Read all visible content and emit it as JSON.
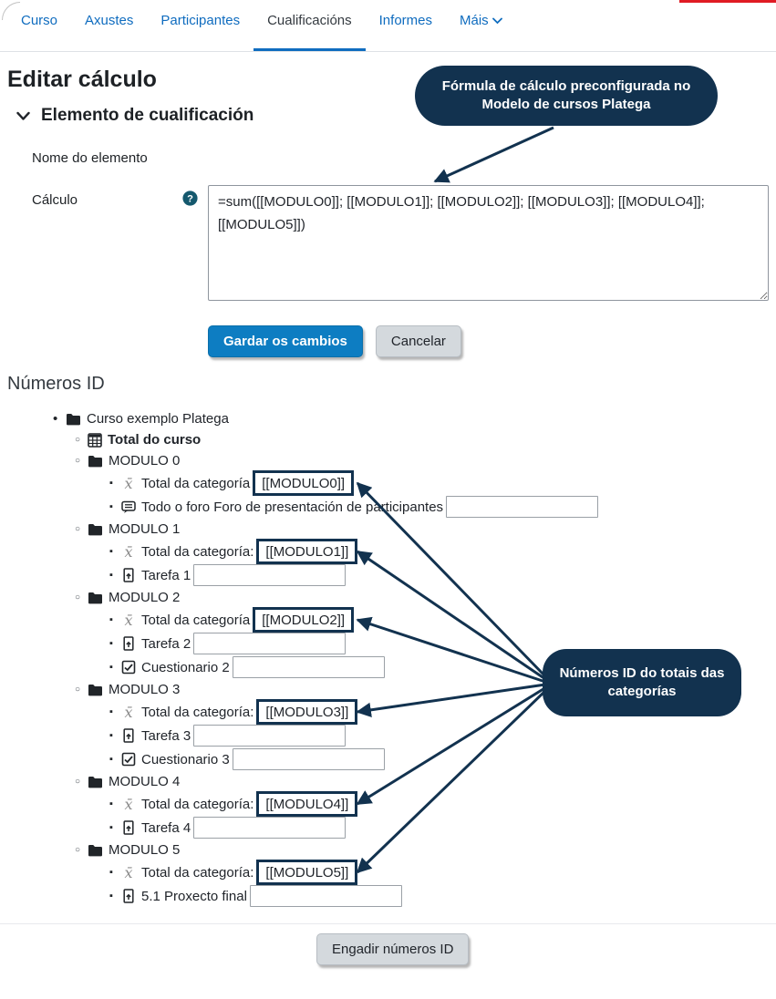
{
  "colors": {
    "link_blue": "#0f6cbf",
    "active_tab_underline": "#0f6cbf",
    "save_button_blue": "#0d7dc2",
    "callout_navy": "#12324f",
    "red_bar": "#e01b24",
    "help_icon_teal": "#14586d"
  },
  "nav": {
    "tabs": [
      {
        "label": "Curso",
        "active": false
      },
      {
        "label": "Axustes",
        "active": false
      },
      {
        "label": "Participantes",
        "active": false
      },
      {
        "label": "Cualificacións",
        "active": true
      },
      {
        "label": "Informes",
        "active": false
      },
      {
        "label": "Máis",
        "active": false,
        "has_dropdown": true
      }
    ]
  },
  "header": {
    "title": "Editar cálculo"
  },
  "form": {
    "section_title": "Elemento de cualificación",
    "name_label": "Nome do elemento",
    "calc_label": "Cálculo",
    "calc_value": "=sum([[MODULO0]]; [[MODULO1]]; [[MODULO2]]; [[MODULO3]]; [[MODULO4]]; [[MODULO5]])",
    "save_label": "Gardar os cambios",
    "cancel_label": "Cancelar"
  },
  "annotations": {
    "callout1": "Fórmula de cálculo preconfigurada no Modelo de cursos Platega",
    "callout2": "Números ID do totais das categorías",
    "arrow_color": "#12324f",
    "arrows": [
      [
        607,
        140,
        477,
        199
      ],
      [
        598,
        742,
        392,
        530
      ],
      [
        598,
        745,
        392,
        605
      ],
      [
        598,
        748,
        392,
        680
      ],
      [
        598,
        751,
        392,
        781
      ],
      [
        599,
        754,
        392,
        882
      ],
      [
        599,
        757,
        392,
        957
      ]
    ]
  },
  "idnumbers": {
    "title": "Números ID",
    "add_button": "Engadir números ID",
    "tree": [
      {
        "level": 1,
        "icon": "folder-icon",
        "label": "Curso exemplo Platega"
      },
      {
        "level": 2,
        "icon": "calculator-icon",
        "label": "Total do curso",
        "bold": true
      },
      {
        "level": 2,
        "icon": "folder-icon",
        "label": "MODULO 0"
      },
      {
        "level": 3,
        "icon": "mean-icon",
        "label": "Total da categoría",
        "idnumber": "[[MODULO0]]"
      },
      {
        "level": 3,
        "icon": "forum-icon",
        "label": "Todo o foro Foro de presentación de participantes",
        "has_input": true
      },
      {
        "level": 2,
        "icon": "folder-icon",
        "label": "MODULO 1"
      },
      {
        "level": 3,
        "icon": "mean-icon",
        "label": "Total da categoría:",
        "idnumber": "[[MODULO1]]"
      },
      {
        "level": 3,
        "icon": "assignment-icon",
        "label": "Tarefa 1",
        "has_input": true
      },
      {
        "level": 2,
        "icon": "folder-icon",
        "label": "MODULO 2"
      },
      {
        "level": 3,
        "icon": "mean-icon",
        "label": "Total da categoría",
        "idnumber": "[[MODULO2]]"
      },
      {
        "level": 3,
        "icon": "assignment-icon",
        "label": "Tarefa 2",
        "has_input": true
      },
      {
        "level": 3,
        "icon": "quiz-icon",
        "label": "Cuestionario 2",
        "has_input": true
      },
      {
        "level": 2,
        "icon": "folder-icon",
        "label": "MODULO 3"
      },
      {
        "level": 3,
        "icon": "mean-icon",
        "label": "Total da categoría:",
        "idnumber": "[[MODULO3]]"
      },
      {
        "level": 3,
        "icon": "assignment-icon",
        "label": "Tarefa 3",
        "has_input": true
      },
      {
        "level": 3,
        "icon": "quiz-icon",
        "label": "Cuestionario 3",
        "has_input": true
      },
      {
        "level": 2,
        "icon": "folder-icon",
        "label": "MODULO 4"
      },
      {
        "level": 3,
        "icon": "mean-icon",
        "label": "Total da categoría:",
        "idnumber": "[[MODULO4]]"
      },
      {
        "level": 3,
        "icon": "assignment-icon",
        "label": "Tarefa 4",
        "has_input": true
      },
      {
        "level": 2,
        "icon": "folder-icon",
        "label": "MODULO 5"
      },
      {
        "level": 3,
        "icon": "mean-icon",
        "label": "Total da categoría:",
        "idnumber": "[[MODULO5]]"
      },
      {
        "level": 3,
        "icon": "assignment-icon",
        "label": "5.1 Proxecto final",
        "has_input": true
      }
    ]
  }
}
